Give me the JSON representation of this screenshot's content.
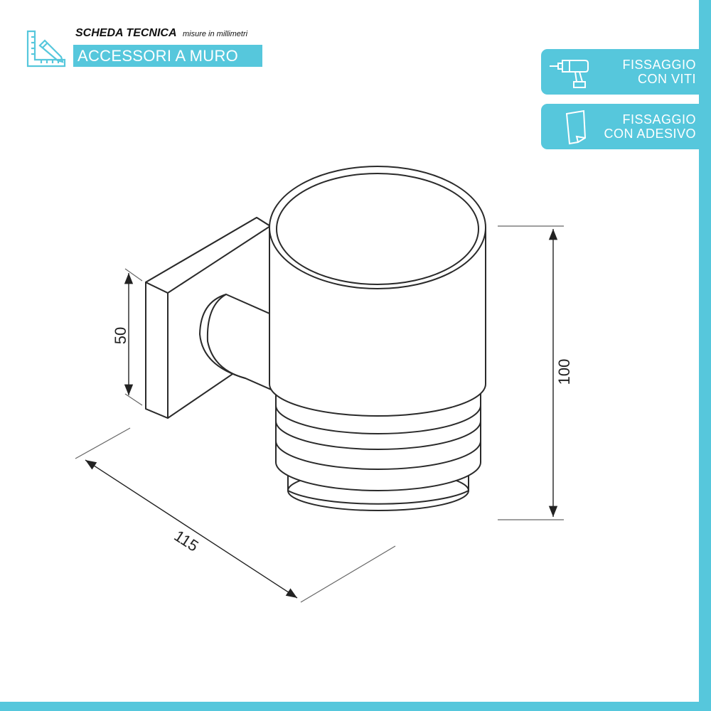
{
  "header": {
    "title": "SCHEDA TECNICA",
    "subtitle": "misure in millimetri",
    "category": "ACCESSORI A MURO",
    "icon": "ruler-pencil-icon"
  },
  "mounting_options": [
    {
      "icon": "drill-icon",
      "line1": "FISSAGGIO",
      "line2": "CON VITI"
    },
    {
      "icon": "adhesive-sheet-icon",
      "line1": "FISSAGGIO",
      "line2": "CON ADESIVO"
    }
  ],
  "dimensions": {
    "height": "100",
    "plate_height": "50",
    "depth": "115"
  },
  "colors": {
    "accent": "#56c7dc",
    "line": "#2a2a2a"
  }
}
